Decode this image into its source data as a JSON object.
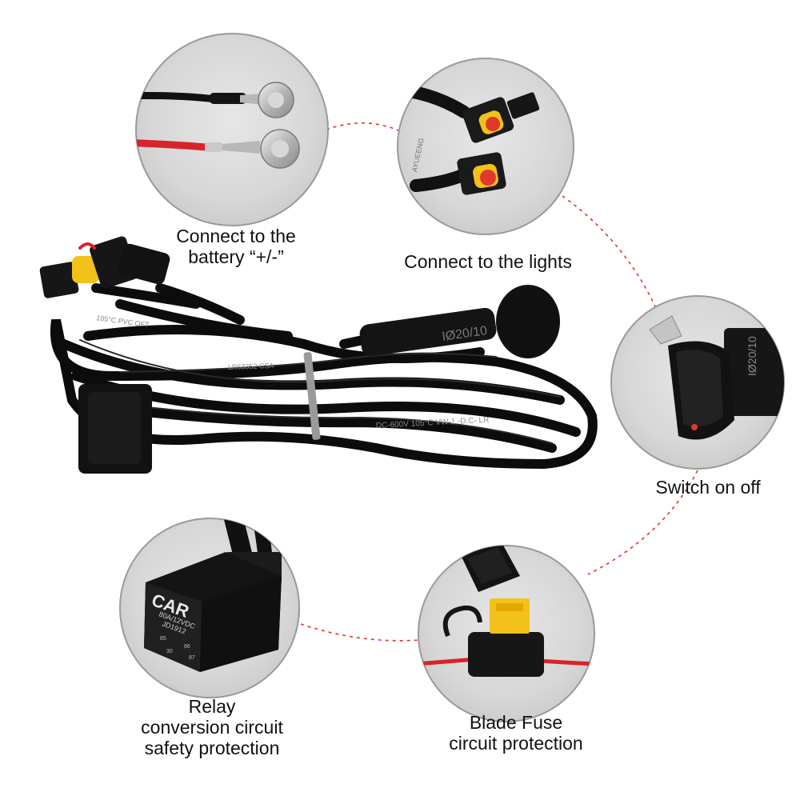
{
  "colors": {
    "background": "#ffffff",
    "circle_fill": "#d8d8d8",
    "circle_border": "#9a9a9a",
    "dashed_line": "#d33a2f",
    "cable": "#0c0c0c",
    "red_wire": "#d8232a",
    "connector_yellow": "#f2c21a",
    "label_text": "#111111"
  },
  "callouts": [
    {
      "id": "battery",
      "icon": "ring-terminal-icon",
      "lines": [
        "Connect to the",
        "battery “+/-”"
      ]
    },
    {
      "id": "lights",
      "icon": "waterproof-connector-icon",
      "lines": [
        "Connect to the lights"
      ]
    },
    {
      "id": "switch",
      "icon": "rocker-switch-icon",
      "lines": [
        "Switch on off"
      ]
    },
    {
      "id": "relay",
      "icon": "relay-icon",
      "lines": [
        "Relay",
        "conversion circuit",
        "safety protection"
      ]
    },
    {
      "id": "fuse",
      "icon": "blade-fuse-icon",
      "lines": [
        "Blade Fuse",
        "circuit protection"
      ]
    }
  ],
  "product_markings": {
    "relay_brand": "CAR",
    "relay_rating": "80A/12VDC",
    "relay_model": "JD1912",
    "relay_pins": [
      "85",
      "86",
      "30",
      "87"
    ],
    "switch_marking": "IØ20/10",
    "connector_brand": "AYUEENG",
    "cable_print_1": "105°C PVC OFT",
    "cable_print_2": "DC-600V 105°C VW-1 -D.C- LR",
    "cable_print_3": "LR63352 CSA"
  }
}
